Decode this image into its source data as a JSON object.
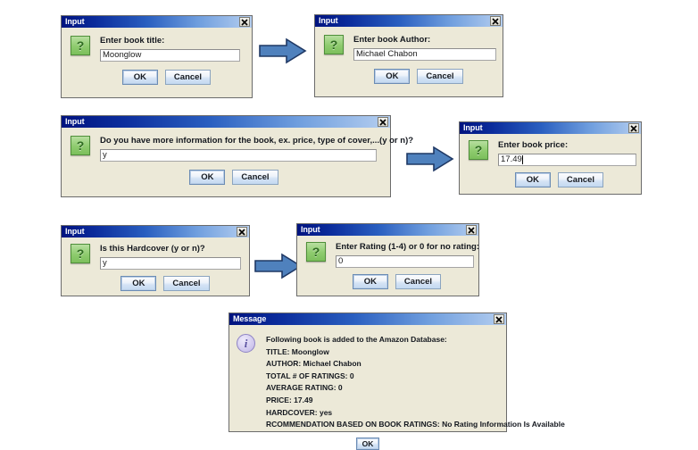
{
  "dialogs": [
    {
      "id": "title-dialog",
      "title": "Input",
      "icon": "question-icon",
      "icon_glyph": "?",
      "prompt": "Enter book title:",
      "value": "Moonglow",
      "ok_label": "OK",
      "cancel_label": "Cancel",
      "close_label": "x"
    },
    {
      "id": "author-dialog",
      "title": "Input",
      "icon": "question-icon",
      "icon_glyph": "?",
      "prompt": "Enter book Author:",
      "value": "Michael Chabon",
      "ok_label": "OK",
      "cancel_label": "Cancel",
      "close_label": "x"
    },
    {
      "id": "more-info-dialog",
      "title": "Input",
      "icon": "question-icon",
      "icon_glyph": "?",
      "prompt": "Do you have more information for the book, ex. price, type of cover,...(y or n)?",
      "value": "y",
      "ok_label": "OK",
      "cancel_label": "Cancel",
      "close_label": "x"
    },
    {
      "id": "price-dialog",
      "title": "Input",
      "icon": "question-icon",
      "icon_glyph": "?",
      "prompt": "Enter book price:",
      "value": "17.49",
      "ok_label": "OK",
      "cancel_label": "Cancel",
      "close_label": "x"
    },
    {
      "id": "hardcover-dialog",
      "title": "Input",
      "icon": "question-icon",
      "icon_glyph": "?",
      "prompt": "Is this Hardcover (y or n)?",
      "value": "y",
      "ok_label": "OK",
      "cancel_label": "Cancel",
      "close_label": "x"
    },
    {
      "id": "rating-dialog",
      "title": "Input",
      "icon": "question-icon",
      "icon_glyph": "?",
      "prompt": "Enter Rating (1-4) or 0 for no rating:",
      "value": "0",
      "ok_label": "OK",
      "cancel_label": "Cancel",
      "close_label": "x"
    }
  ],
  "message_dialog": {
    "id": "message-dialog",
    "title": "Message",
    "icon": "info-icon",
    "icon_glyph": "i",
    "close_label": "x",
    "ok_label": "OK",
    "lines": [
      "Following book is added to the Amazon Database:",
      "TITLE:  Moonglow",
      "AUTHOR:  Michael Chabon",
      "TOTAL # OF RATINGS: 0",
      "AVERAGE RATING: 0",
      "PRICE: 17.49",
      "HARDCOVER:  yes",
      "RCOMMENDATION BASED ON BOOK RATINGS:  No Rating Information Is Available"
    ]
  },
  "arrows": [
    {
      "id": "arrow-title-to-author",
      "direction": "right"
    },
    {
      "id": "arrow-moreinfo-to-price",
      "direction": "right"
    },
    {
      "id": "arrow-hardcover-to-rating",
      "direction": "right"
    }
  ],
  "colors": {
    "title_bar_start": "#00137f",
    "title_bar_end": "#b6cff0",
    "dialog_face": "#ece9d8",
    "question_icon": "#8ecb6e",
    "info_icon": "#c0b6e6",
    "arrow_fill": "#4f81bd",
    "arrow_stroke": "#1f3864"
  }
}
